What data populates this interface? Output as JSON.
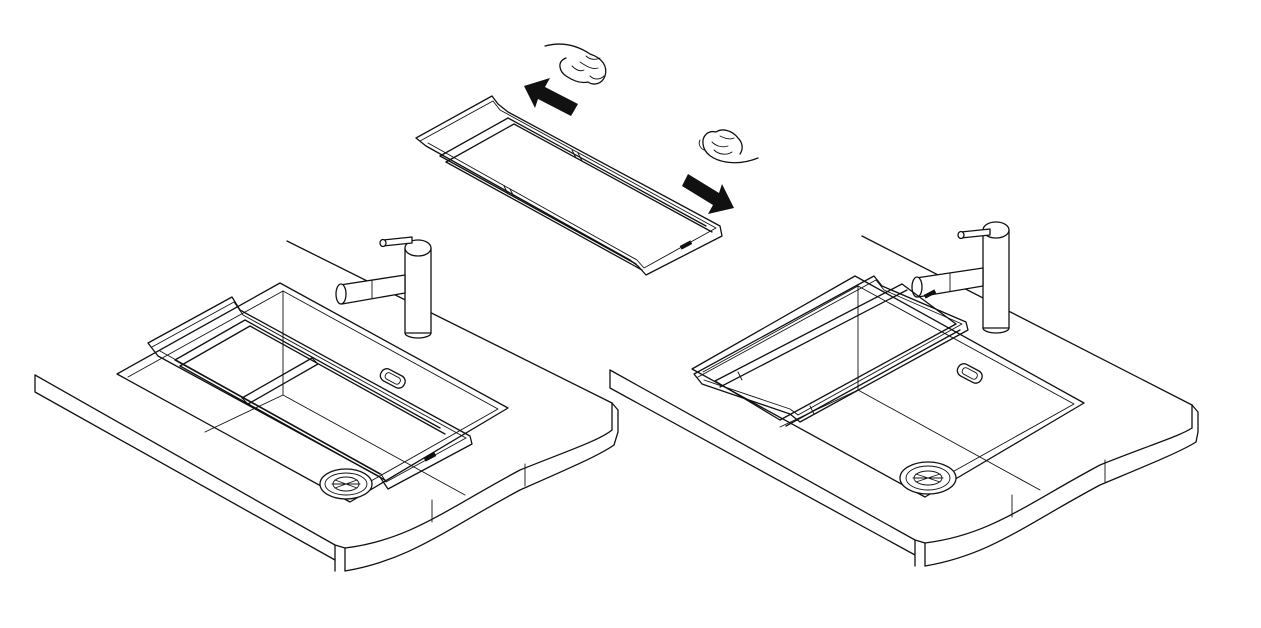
{
  "illustration": {
    "colors": {
      "line": "#111111",
      "background": "#ffffff",
      "arrow": "#111111"
    },
    "panels": [
      {
        "id": "left-installed",
        "icons": [
          "countertop",
          "sink-basin",
          "faucet",
          "drain",
          "overflow",
          "sink-rack"
        ]
      },
      {
        "id": "top-adjust",
        "icons": [
          "telescopic-rack",
          "hand",
          "hand",
          "arrow-left",
          "arrow-right"
        ]
      },
      {
        "id": "right-installed",
        "icons": [
          "countertop",
          "sink-basin",
          "faucet",
          "drain",
          "overflow",
          "sink-rack"
        ]
      }
    ]
  }
}
